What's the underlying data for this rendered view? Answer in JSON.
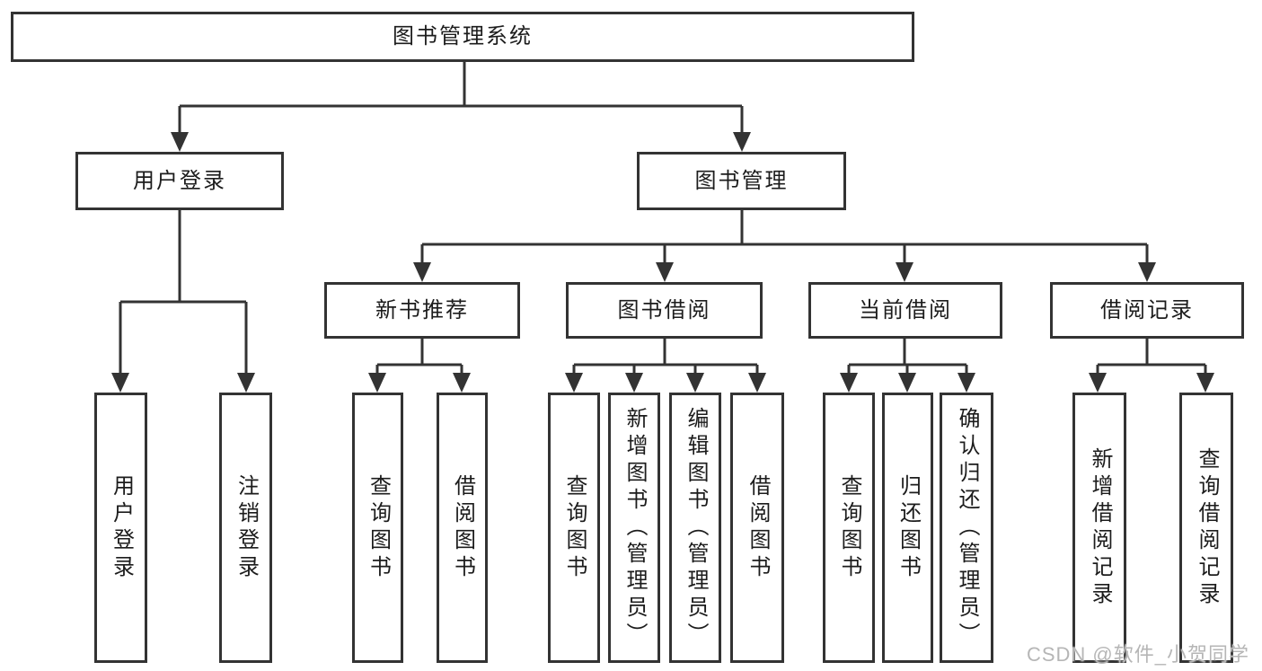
{
  "nodes": {
    "root": "图书管理系统",
    "user_login": "用户登录",
    "book_management": "图书管理",
    "new_book_recommend": "新书推荐",
    "book_borrow": "图书借阅",
    "current_borrow": "当前借阅",
    "borrow_record": "借阅记录",
    "leaf_user_login": "用户登录",
    "leaf_logout": "注销登录",
    "leaf_nbr_query_book": "查询图书",
    "leaf_nbr_borrow_book": "借阅图书",
    "leaf_bb_query_book": "查询图书",
    "leaf_bb_add_book": "新增图书（管理员）",
    "leaf_bb_edit_book": "编辑图书（管理员）",
    "leaf_bb_borrow_book": "借阅图书",
    "leaf_cb_query_book": "查询图书",
    "leaf_cb_return_book": "归还图书",
    "leaf_cb_confirm_return": "确认归还（管理员）",
    "leaf_br_add_record": "新增借阅记录",
    "leaf_br_query_record": "查询借阅记录"
  },
  "watermark": {
    "text": "CSDN @软件_小贺同学",
    "color": "#b6b6b6"
  },
  "colors": {
    "line": "#333333",
    "box_border": "#333333",
    "text": "#1c1c1c",
    "background": "#ffffff"
  }
}
